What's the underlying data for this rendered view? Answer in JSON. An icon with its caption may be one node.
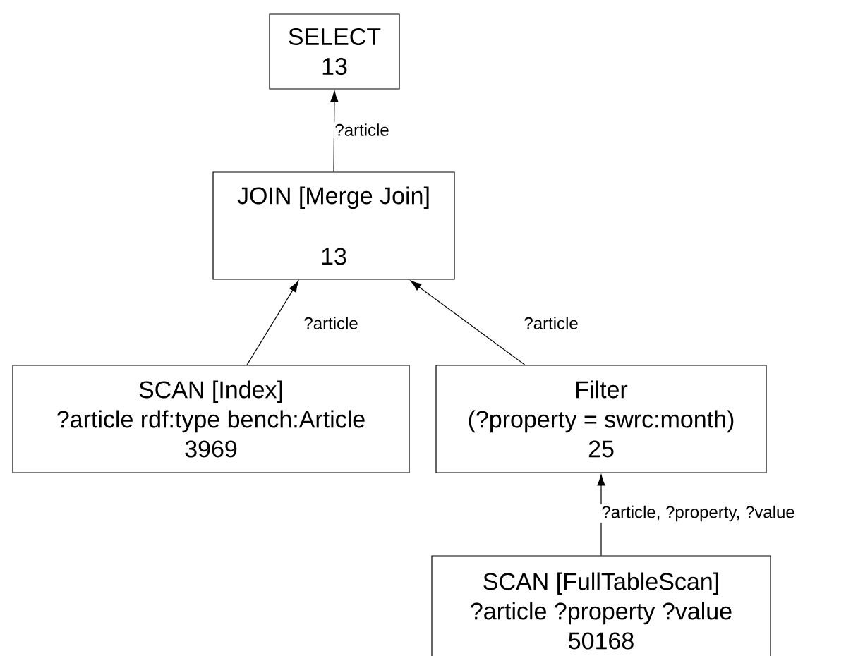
{
  "diagram": {
    "nodes": [
      {
        "text": [
          "SELECT",
          "13"
        ]
      },
      {
        "text": [
          "JOIN [Merge Join]",
          "13"
        ]
      },
      {
        "text": [
          "SCAN [Index]",
          "?article rdf:type bench:Article",
          "3969"
        ]
      },
      {
        "text": [
          "Filter",
          "(?property = swrc:month)",
          "25"
        ]
      },
      {
        "text": [
          "SCAN [FullTableScan]",
          "?article ?property ?value",
          "50168"
        ]
      }
    ],
    "edges": [
      {
        "from": 1,
        "to": 0,
        "arrow": "to",
        "label": "?article"
      },
      {
        "from": 2,
        "to": 1,
        "arrow": "to",
        "label": "?article"
      },
      {
        "from": 3,
        "to": 1,
        "arrow": "to",
        "label": "?article"
      },
      {
        "from": 4,
        "to": 3,
        "arrow": "to",
        "label": "?article, ?property, ?value"
      }
    ]
  }
}
